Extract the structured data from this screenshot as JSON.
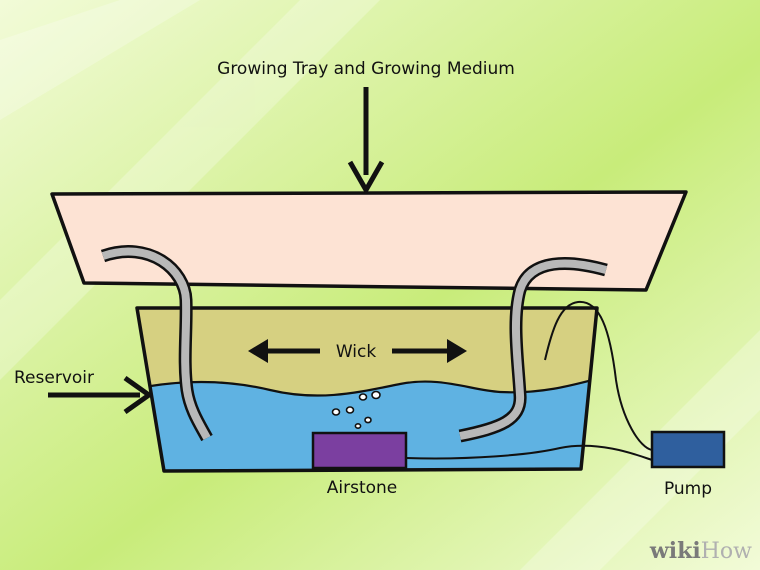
{
  "labels": {
    "tray": "Growing Tray and Growing Medium",
    "wick": "Wick",
    "reservoir": "Reservoir",
    "airstone": "Airstone",
    "pump": "Pump"
  },
  "watermark": {
    "prefix": "wiki",
    "suffix": "How"
  },
  "colors": {
    "background_light": "#f2fbd8",
    "background_dark": "#c8ec7a",
    "tray_fill": "#fde3d4",
    "reservoir_upper": "#d6d081",
    "water": "#5fb2e2",
    "wick": "#b8b8b8",
    "airstone": "#7b3fa0",
    "pump": "#2f5f9e",
    "outline": "#111111"
  }
}
